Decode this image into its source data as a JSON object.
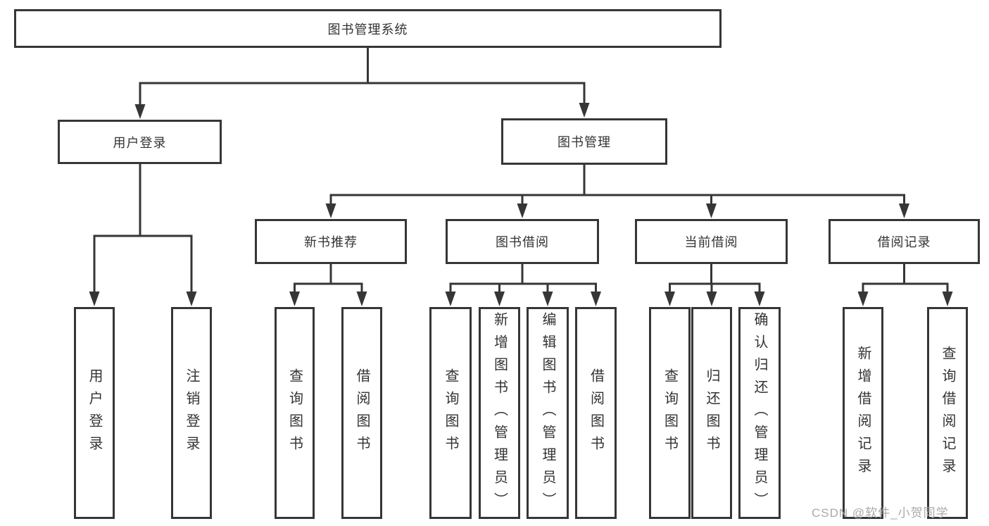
{
  "colors": {
    "line": "#363636",
    "box_border": "#363636",
    "text": "#333333",
    "watermark": "#a9a9a9",
    "background": "#ffffff"
  },
  "watermark": "CSDN @软件_小贺同学",
  "tree": {
    "root": "图书管理系统",
    "branches": {
      "user_login": "用户登录",
      "book_management": "图书管理"
    },
    "book_management_children": {
      "new_book_recommend": "新书推荐",
      "book_borrowing": "图书借阅",
      "current_borrowing": "当前借阅",
      "borrowing_records": "借阅记录"
    },
    "leaves": {
      "user_login": "用户登录",
      "logout": "注销登录",
      "nbr_query_books": "查询图书",
      "nbr_borrow_books": "借阅图书",
      "bb_query_books": "查询图书",
      "bb_add_books_admin": "新增图书（管理员）",
      "bb_edit_books_admin": "编辑图书（管理员）",
      "bb_borrow_books": "借阅图书",
      "cb_query_books": "查询图书",
      "cb_return_books": "归还图书",
      "cb_confirm_return_admin": "确认归还（管理员）",
      "br_add_record": "新增借阅记录",
      "br_query_record": "查询借阅记录"
    }
  }
}
